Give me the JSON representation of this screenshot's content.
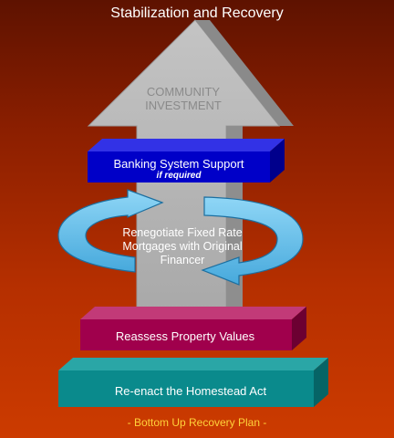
{
  "title": "Stabilization and Recovery",
  "arrow": {
    "label": "COMMUNITY\nINVESTMENT"
  },
  "banking": {
    "label": "Banking System Support",
    "sublabel": "if required"
  },
  "cycle": {
    "label": "Renegotiate Fixed Rate\nMortgages with Original\nFinancer"
  },
  "reassess": {
    "label": "Reassess Property Values"
  },
  "homestead": {
    "label": "Re-enact the Homestead Act"
  },
  "footer": "- Bottom Up Recovery Plan -",
  "colors": {
    "arrow": "#bdbdbd",
    "banking": "#0000c8",
    "reassess": "#a0004c",
    "homestead": "#0a8a8c",
    "cycle_arrows": "#6ec6ee",
    "footer_text": "#ffd23a"
  }
}
